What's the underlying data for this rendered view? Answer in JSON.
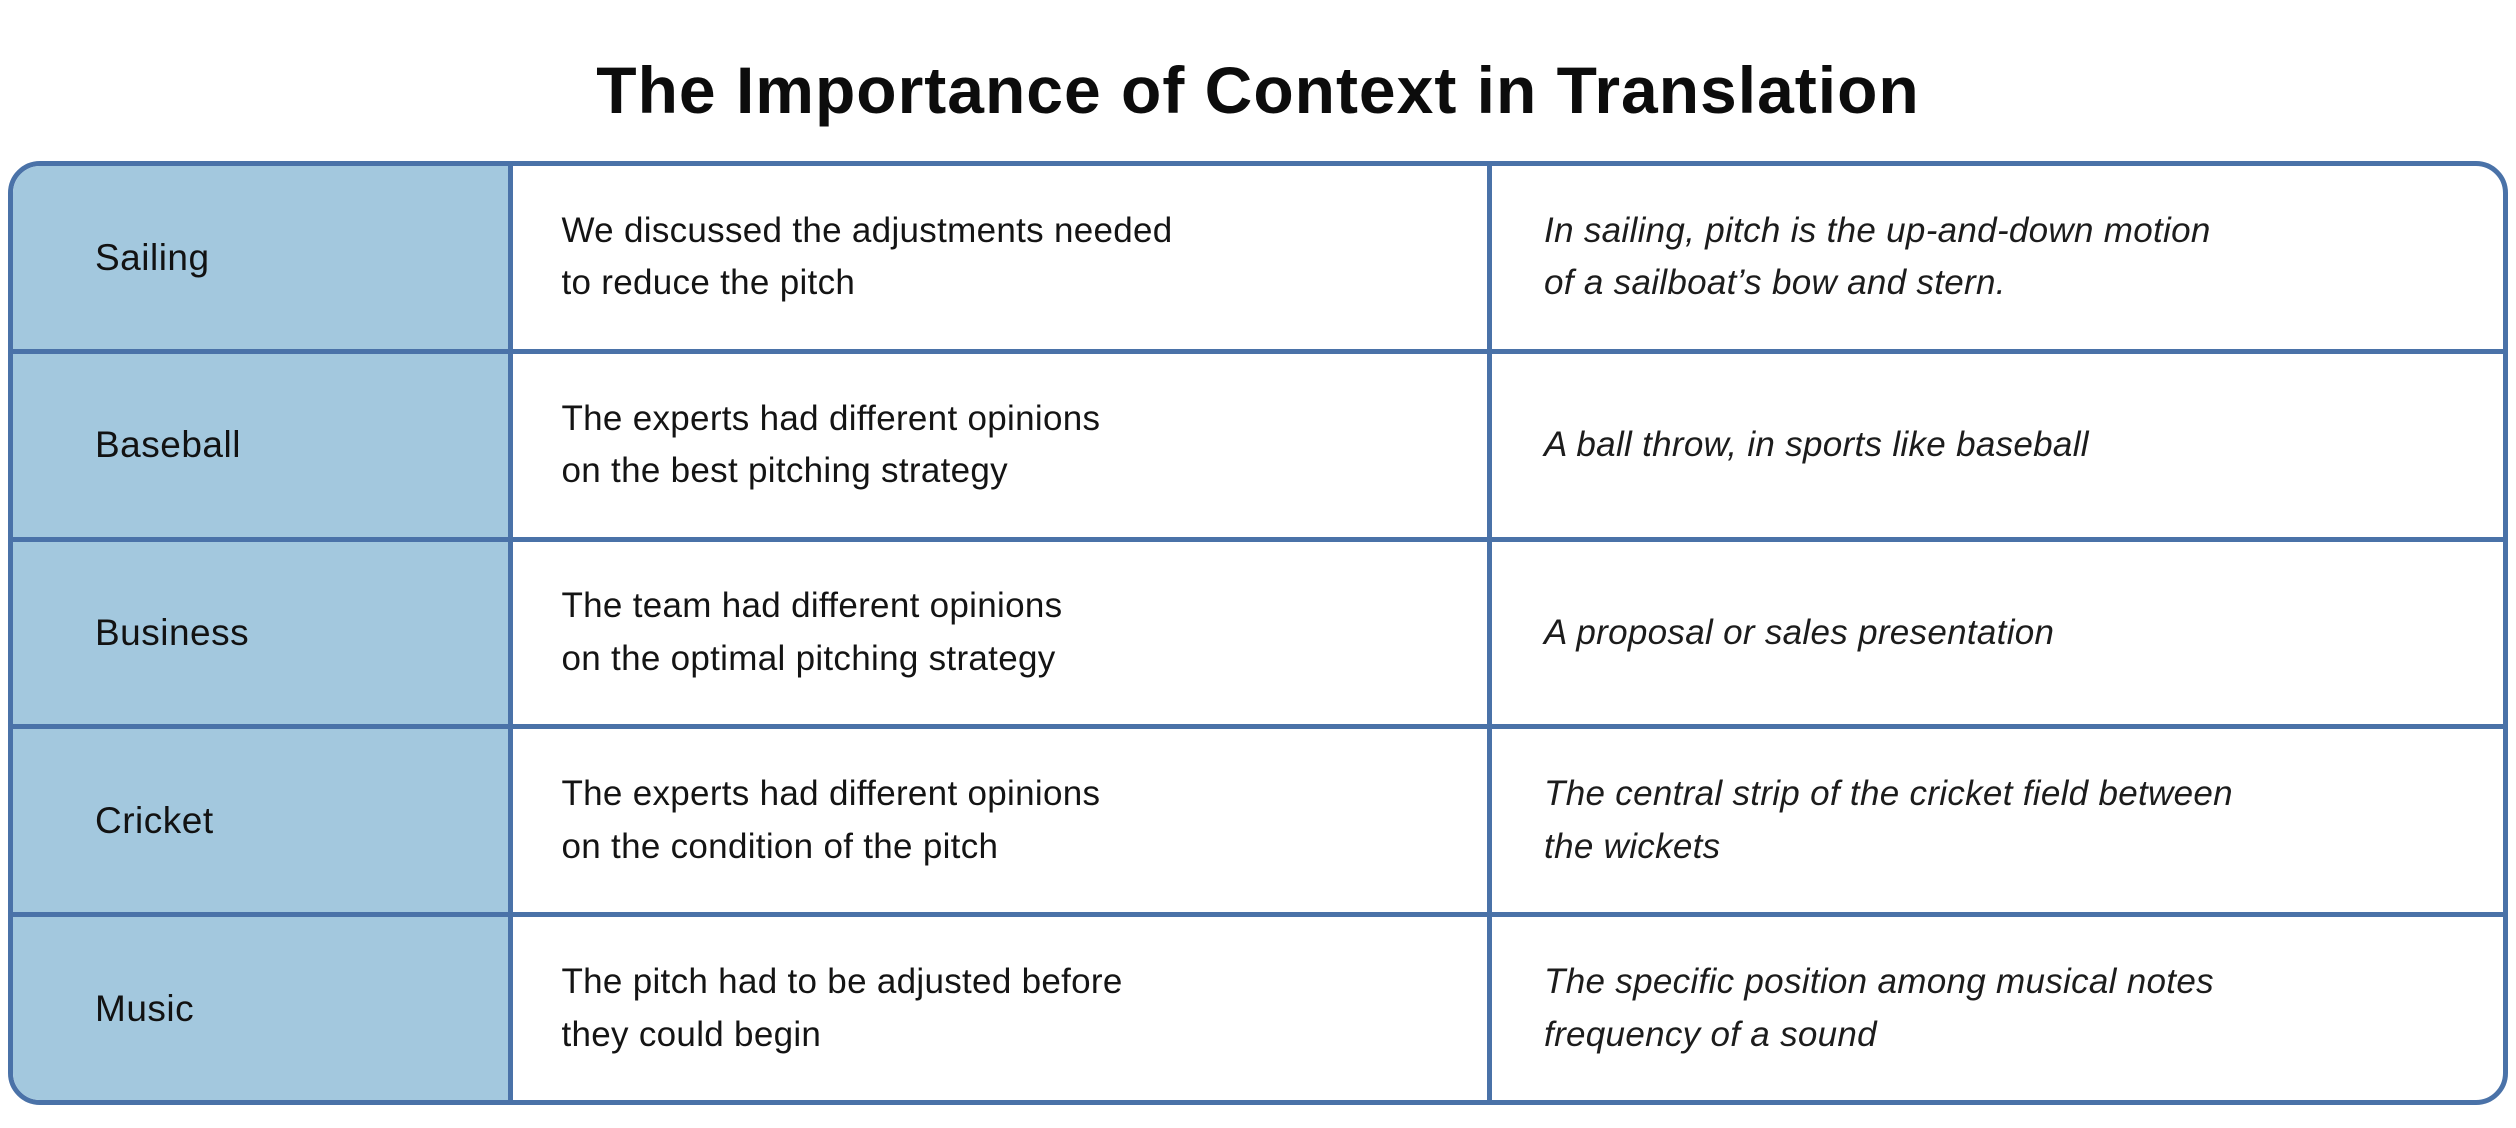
{
  "title": "The Importance of Context in Translation",
  "colors": {
    "border_blue": "#4a72a8",
    "category_bg": "#a3c8de",
    "title_text": "#0c0c0c",
    "body_text": "#141414"
  },
  "table": {
    "columns": [
      "category",
      "example_sentence",
      "contextual_meaning"
    ],
    "rows": [
      {
        "category": "Sailing",
        "example": "We discussed the adjustments needed\nto reduce the pitch",
        "meaning": "In sailing, pitch is the up-and-down motion\nof a sailboat’s bow and stern."
      },
      {
        "category": "Baseball",
        "example": "The experts had different opinions\non the best pitching strategy",
        "meaning": "A ball throw, in sports like baseball"
      },
      {
        "category": "Business",
        "example": "The team had different opinions\non the optimal pitching strategy",
        "meaning": "A proposal or sales presentation"
      },
      {
        "category": "Cricket",
        "example": "The experts had different opinions\non the condition of the pitch",
        "meaning": "The central strip of the cricket field between\nthe wickets"
      },
      {
        "category": "Music",
        "example": "The pitch had to be adjusted before\nthey could begin",
        "meaning": "The specific position among musical notes\nfrequency of a sound"
      }
    ]
  }
}
